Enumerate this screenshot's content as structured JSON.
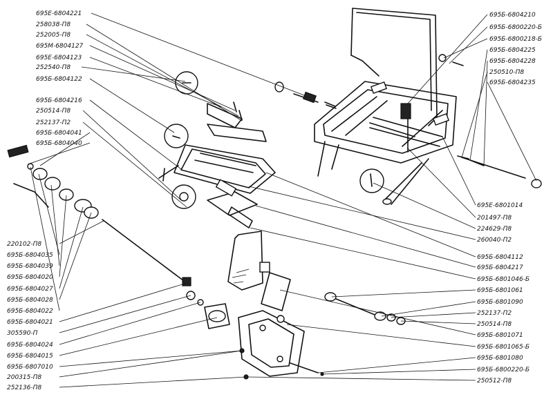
{
  "diagram": {
    "labels_left": [
      "695Е-6804221",
      "258038-П8",
      "252005-П8",
      "695М-6804127",
      "695Е-6804123",
      "252540-П8",
      "695Б-6804122",
      "695Б-6804216",
      "250514-П8",
      "252137-П2",
      "695Б-6804041",
      "695Б-6804040",
      "220102-П8",
      "695Б-6804035",
      "695Б-6804039",
      "695Б-6804020",
      "695Б-6804027",
      "695Б-6804028",
      "695Б-6804022",
      "695Б-6804021",
      "305590-П",
      "695Б-6804024",
      "695Б-6804015",
      "695Б-6807010",
      "200315-П8",
      "252136-П8"
    ],
    "labels_right_top": [
      "695Б-6804210",
      "695Б-6800220-Б",
      "695Б-6800218-Б",
      "695Б-6804225",
      "695Б-6804228",
      "250510-П8",
      "695Б-6804235"
    ],
    "labels_right_bottom": [
      "695Е-6801014",
      "201497-П8",
      "224629-П8",
      "260040-П2",
      "695Б-6804112",
      "695Б-6804217",
      "695Б-6801046-Б",
      "695Б-6801061",
      "695Б-6801090",
      "252137-П2",
      "250514-П8",
      "695Б-6801071",
      "695Б-6801065-Б",
      "695Б-6801080",
      "695Б-6800220-Б",
      "250512-П8"
    ]
  }
}
